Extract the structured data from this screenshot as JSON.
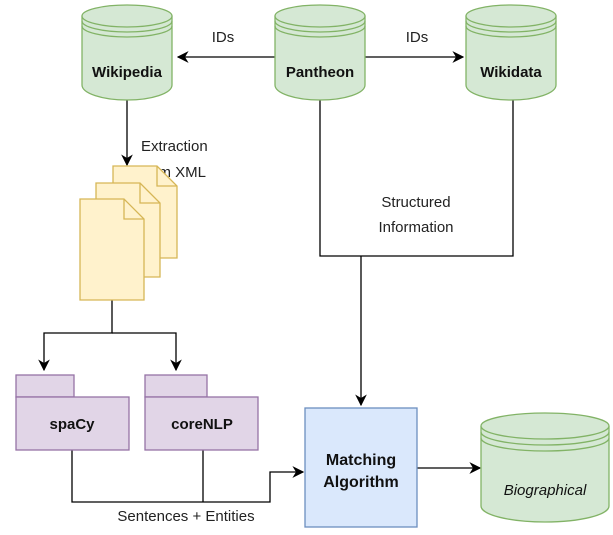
{
  "colors": {
    "db_fill": "#d5e8d4",
    "db_stroke": "#82b366",
    "doc_fill": "#fff2cc",
    "doc_stroke": "#d6b656",
    "pkg_fill": "#e1d5e7",
    "pkg_stroke": "#9673a6",
    "algo_fill": "#dae8fc",
    "algo_stroke": "#6c8ebf",
    "line": "#000000"
  },
  "nodes": {
    "wikipedia": "Wikipedia",
    "pantheon": "Pantheon",
    "wikidata": "Wikidata",
    "spacy": "spaCy",
    "corenlp": "coreNLP",
    "matching_line1": "Matching",
    "matching_line2": "Algorithm",
    "biographical": "Biographical"
  },
  "edge_labels": {
    "ids_left": "IDs",
    "ids_right": "IDs",
    "extraction_line1": "Extraction",
    "extraction_line2": "from XML",
    "structured_line1": "Structured",
    "structured_line2": "Information",
    "sentences_entities": "Sentences + Entities"
  }
}
